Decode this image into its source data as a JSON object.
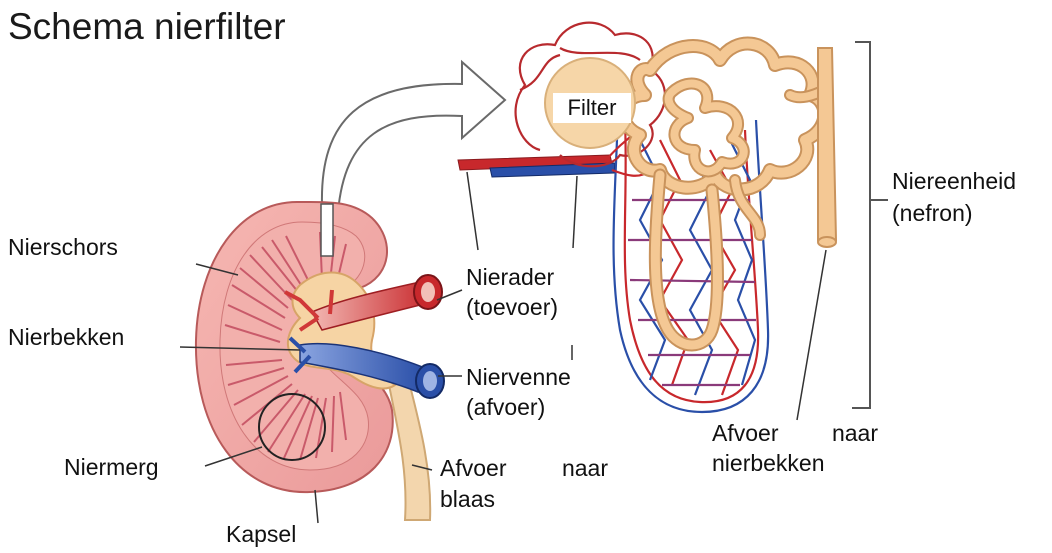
{
  "title": "Schema nierfilter",
  "labels": {
    "filter": "Filter",
    "nierschors": "Nierschors",
    "nierbekken": "Nierbekken",
    "niermerg": "Niermerg",
    "kapsel": "Kapsel",
    "nierader_1": "Nierader",
    "nierader_2": "(toevoer)",
    "niervenne_1": "Niervenne",
    "niervenne_2": "(afvoer)",
    "afvoer_blaas_1a": "Afvoer",
    "afvoer_blaas_1b": "naar",
    "afvoer_blaas_2": "blaas",
    "niereenheid_1": "Niereenheid",
    "niereenheid_2": "(nefron)",
    "afvoer_nier_1a": "Afvoer",
    "afvoer_nier_1b": "naar",
    "afvoer_nier_2": "nierbekken"
  },
  "colors": {
    "cortex": "#f0a4a4",
    "cortex_edge": "#c96e6e",
    "medulla_stripe": "#c95a6a",
    "pelvis": "#f7d9a8",
    "artery": "#c8282c",
    "vein": "#2a4fa8",
    "tubule": "#f4c894",
    "tubule_edge": "#c9935c",
    "capsule_ball": "#f6d6a8"
  }
}
